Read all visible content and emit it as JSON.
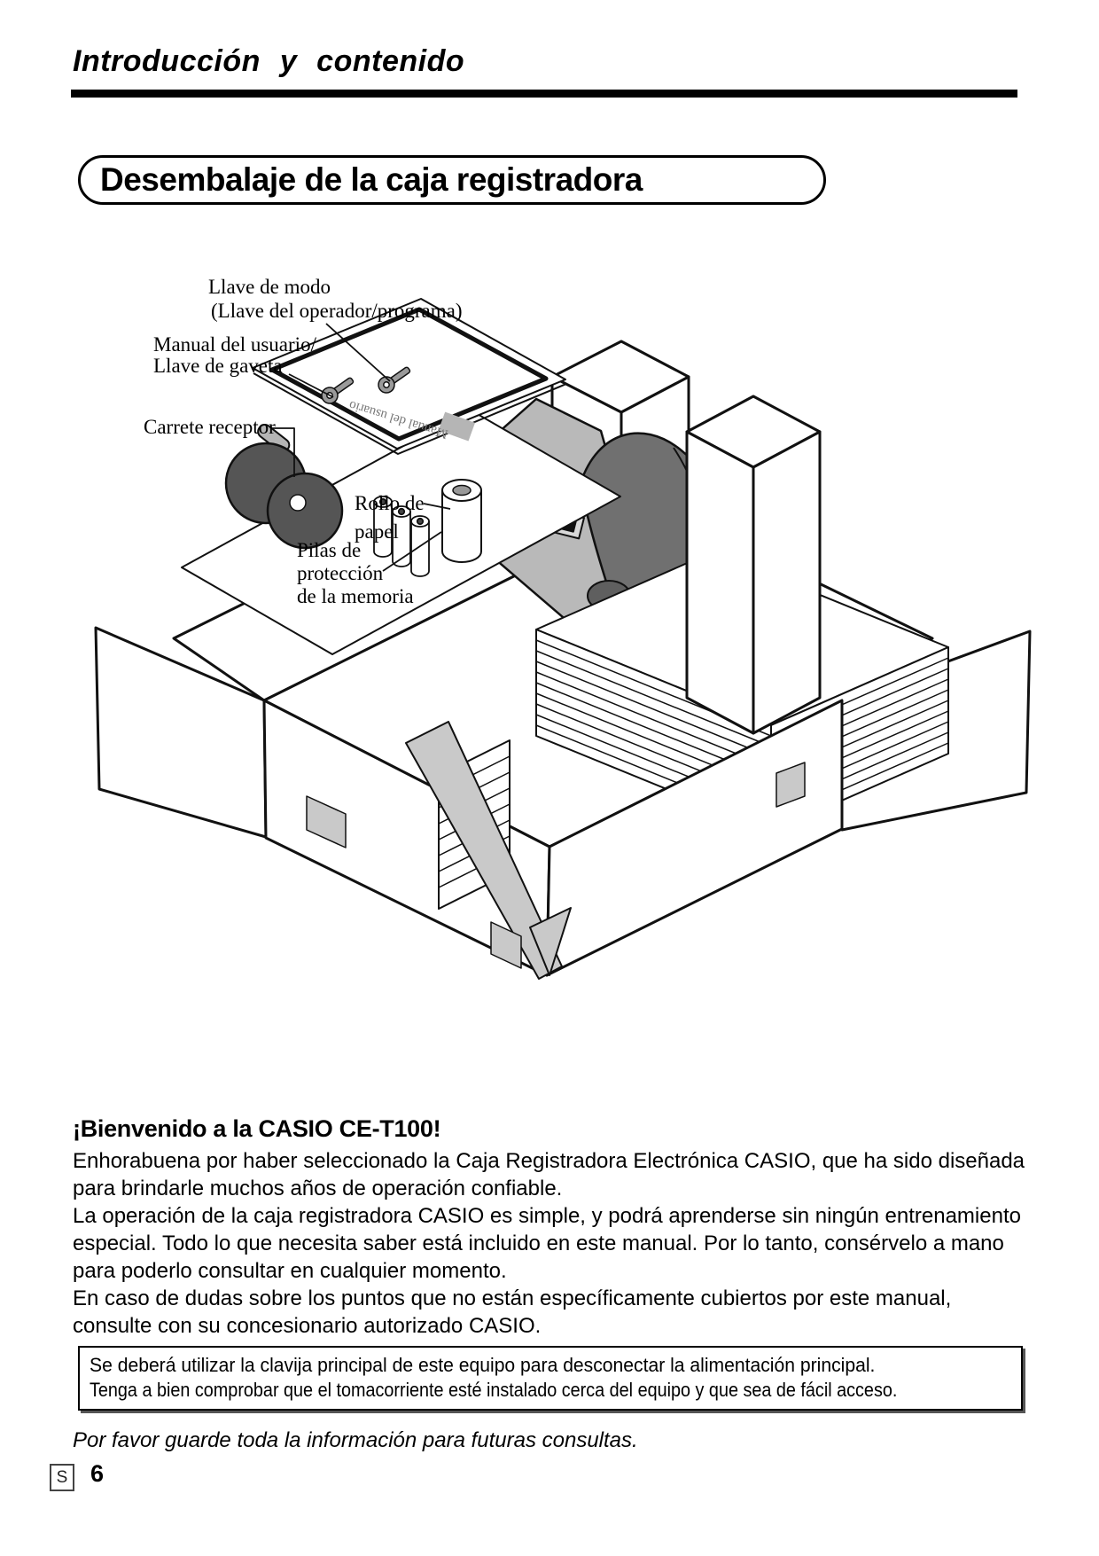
{
  "page": {
    "header_title": "Introducción y contenido",
    "section_title": "Desembalaje de la caja registradora",
    "footer": {
      "language_badge": "S",
      "page_number": "6"
    }
  },
  "illustration": {
    "labels": {
      "mode_key_line1": "Llave de modo",
      "mode_key_line2": "(Llave del operador/programa)",
      "manual_line1": "Manual del usuario/",
      "manual_line2": "Llave de gaveta",
      "takeup_reel": "Carrete receptor",
      "paper_roll_line1": "Rollo de",
      "paper_roll_line2": "papel",
      "batteries_line1": "Pilas de",
      "batteries_line2": "protección",
      "batteries_line3": "de la memoria",
      "manual_cover": "Manual del usuario"
    }
  },
  "welcome": {
    "heading": "¡Bienvenido a la CASIO CE-T100!",
    "paragraphs": [
      "Enhorabuena por haber seleccionado la Caja Registradora Electrónica CASIO, que ha sido diseñada para brindarle muchos años de operación confiable.",
      "La operación de la caja registradora CASIO es simple, y podrá aprenderse sin ningún entrenamiento especial. Todo lo que necesita saber está incluido en este manual. Por lo tanto, consérvelo a mano para poderlo consultar en cualquier momento.",
      "En caso de dudas sobre los puntos que no están específicamente cubiertos por este manual, consulte con su concesionario autorizado CASIO."
    ],
    "note_lines": [
      "Se deberá utilizar la clavija principal de este equipo para desconectar la alimentación principal.",
      "Tenga a bien comprobar que el tomacorriente esté instalado cerca del equipo y que sea de fácil acceso."
    ],
    "reminder": "Por favor guarde toda la información para futuras consultas."
  },
  "colors": {
    "ink": "#000000",
    "rule": "#000000",
    "reel_dark": "#555555",
    "register_light": "#b9b9b9",
    "register_dark": "#707070",
    "tape_gray": "#c9c9c9"
  }
}
